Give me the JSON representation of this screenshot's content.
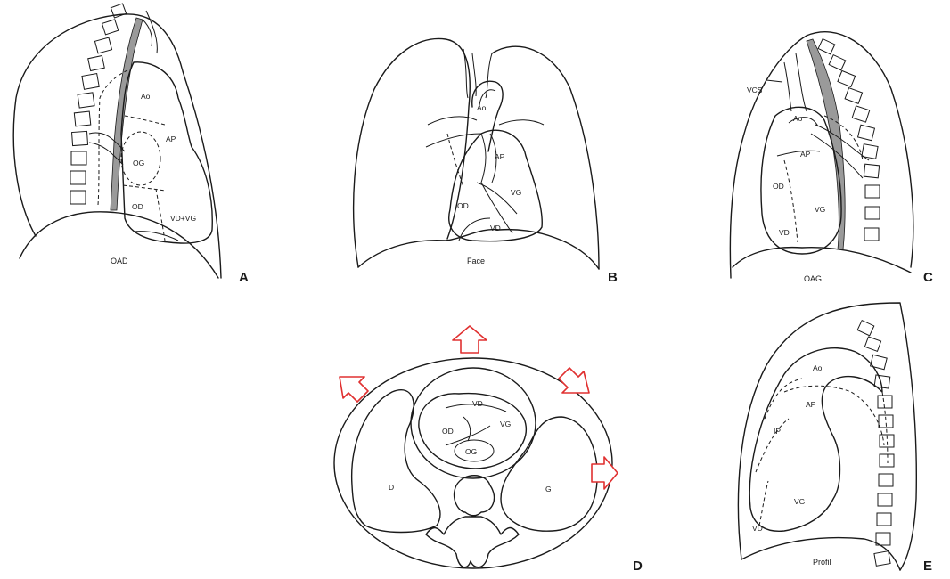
{
  "panels": {
    "a": {
      "letter": "A",
      "caption": "OAD",
      "labels": {
        "ao": "Ao",
        "ap": "AP",
        "og": "OG",
        "od": "OD",
        "vdvg": "VD+VG"
      }
    },
    "b": {
      "letter": "B",
      "caption": "Face",
      "labels": {
        "ao": "Ao",
        "ap": "AP",
        "vg": "VG",
        "od": "OD",
        "vd": "VD"
      }
    },
    "c": {
      "letter": "C",
      "caption": "OAG",
      "labels": {
        "vcs": "VCS",
        "ao": "Ao",
        "ap": "AP",
        "od": "OD",
        "vg": "VG",
        "vd": "VD"
      }
    },
    "d": {
      "letter": "D",
      "caption": "",
      "labels": {
        "vd": "VD",
        "od": "OD",
        "vg": "VG",
        "og": "OG",
        "d": "D",
        "g": "G"
      }
    },
    "e": {
      "letter": "E",
      "caption": "Profil",
      "labels": {
        "ao": "Ao",
        "ap": "AP",
        "ip": "IP",
        "vg": "VG",
        "vd": "VD"
      }
    }
  },
  "colors": {
    "ink": "#1a1a1a",
    "arrow": "#e03030",
    "aorta_fill": "#9a9a9a"
  }
}
